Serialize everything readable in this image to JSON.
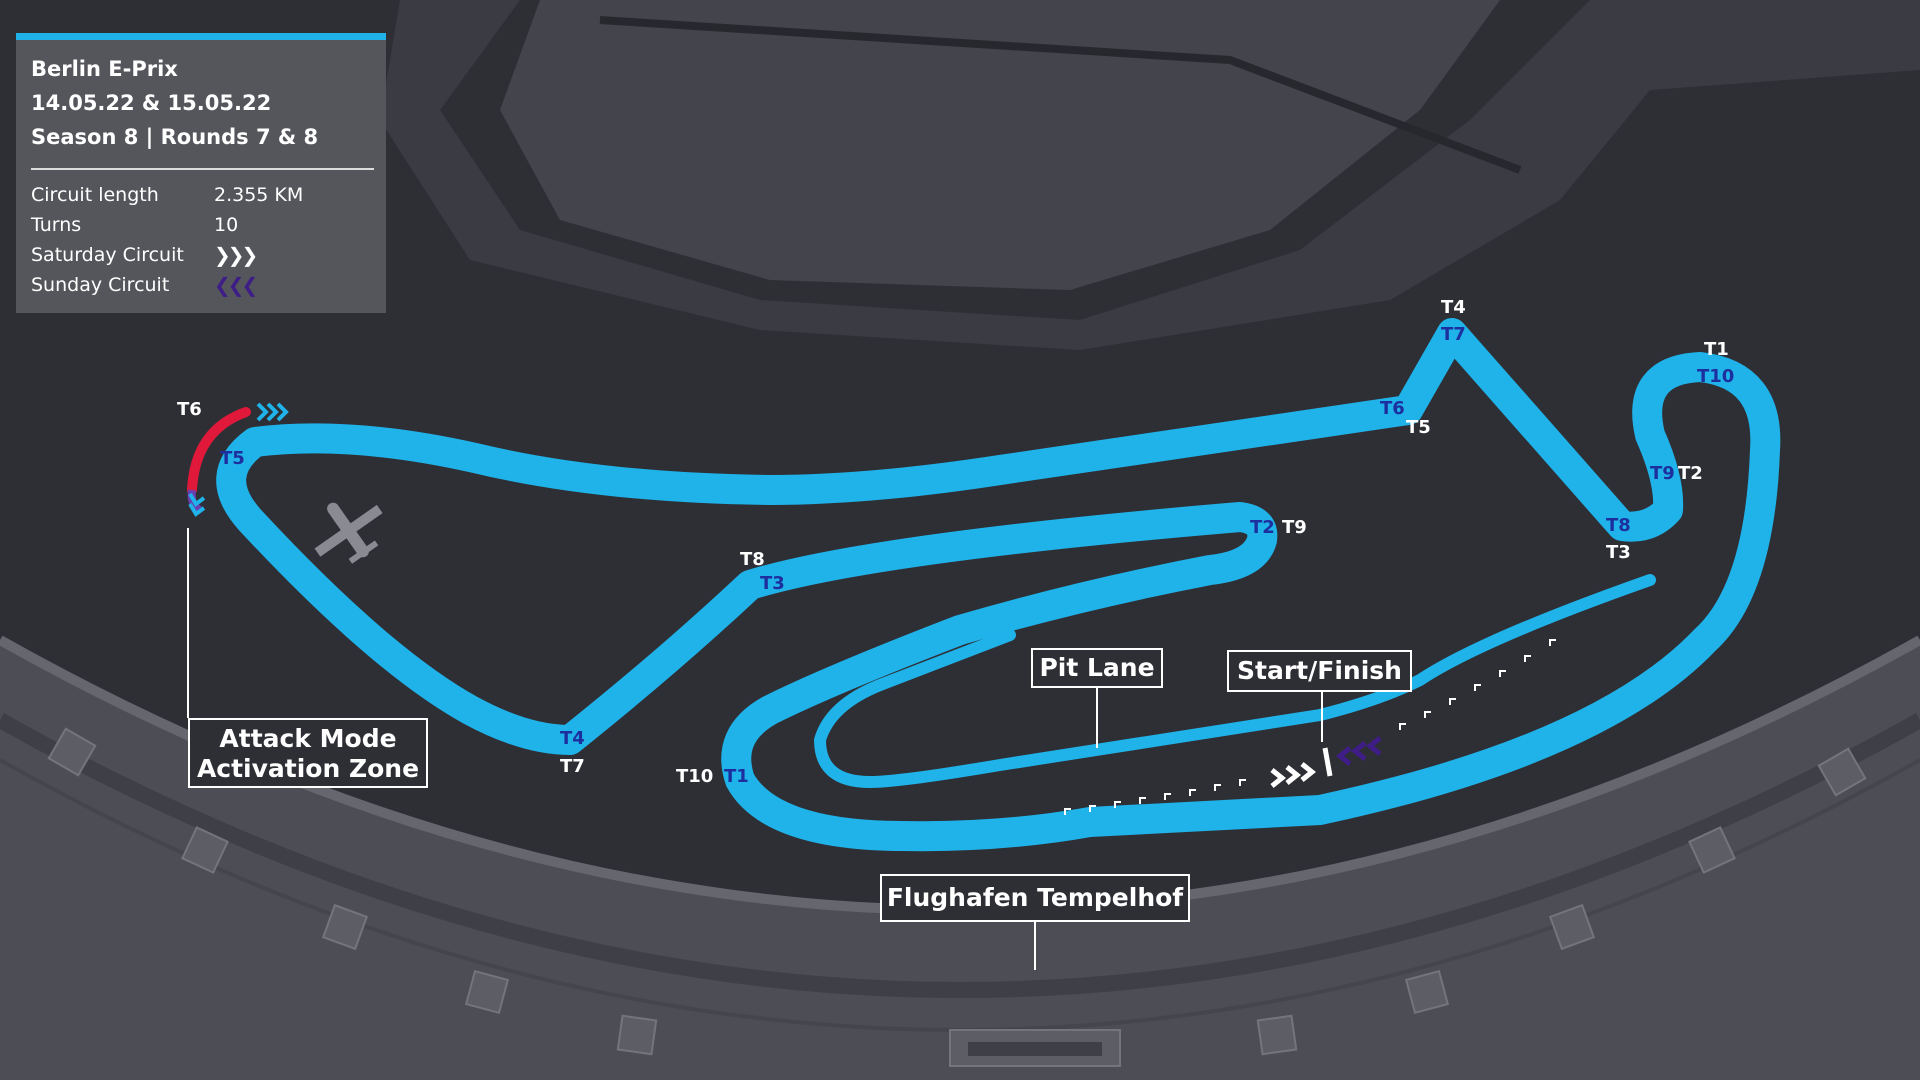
{
  "event": {
    "title": "Berlin E-Prix",
    "dates": "14.05.22 & 15.05.22",
    "season_rounds": "Season 8  |  Rounds 7 & 8"
  },
  "stats": [
    {
      "label": "Circuit length",
      "value": "2.355 KM"
    },
    {
      "label": "Turns",
      "value": "10"
    },
    {
      "label": "Saturday Circuit",
      "value": "❯❯❯"
    },
    {
      "label": "Sunday Circuit",
      "value": "❮❮❮"
    }
  ],
  "callouts": {
    "attack_mode_line1": "Attack Mode",
    "attack_mode_line2": "Activation Zone",
    "pit_lane": "Pit Lane",
    "start_finish": "Start/Finish",
    "venue": "Flughafen Tempelhof"
  },
  "turns_saturday": [
    "T1",
    "T2",
    "T3",
    "T4",
    "T5",
    "T6",
    "T7",
    "T8",
    "T9",
    "T10"
  ],
  "turns_sunday": [
    "T1",
    "T2",
    "T3",
    "T4",
    "T5",
    "T6",
    "T7",
    "T8",
    "T9",
    "T10"
  ],
  "colors": {
    "track": "#1fb3ea",
    "background": "#2e2f35",
    "panel": "#55565c",
    "sunday_arrows": "#3f1d86",
    "attack_zone_red": "#e0193a"
  },
  "icons": [
    "airplane-icon"
  ]
}
